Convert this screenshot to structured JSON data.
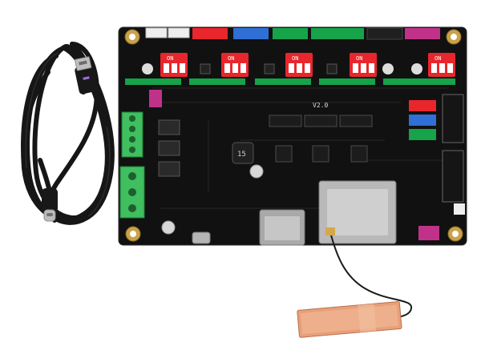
{
  "scene": {
    "subject": "3D printer controller board",
    "background_color": "#ffffff",
    "board_color": "#111111",
    "trace_color": "#2a2a2a"
  },
  "board_markings": {
    "dip_switch_label": "ON",
    "dip_positions": [
      "1",
      "2",
      "3"
    ],
    "chip_marking": "15",
    "version_marking": "V2.0"
  },
  "colors": {
    "red_connector": "#e8262c",
    "blue_connector": "#2f6fd6",
    "green_connector": "#16a34a",
    "pink_connector": "#c0328a",
    "white_connector": "#eeeeee",
    "terminal_green": "#3fbf5f",
    "gold_pad": "#c9a24a",
    "copper_antenna": "#e8a07a",
    "cable_black": "#1a1a1a"
  },
  "objects": [
    {
      "name": "usb-cable",
      "description": "coiled black USB-A to USB-C cable"
    },
    {
      "name": "controller-board",
      "description": "black PCB with stepper drivers"
    },
    {
      "name": "wifi-antenna",
      "description": "copper flat antenna with thin cable"
    }
  ]
}
